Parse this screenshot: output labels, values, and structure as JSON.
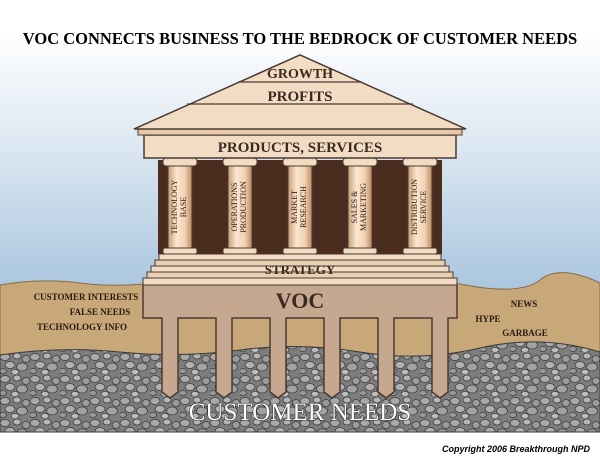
{
  "title": "VOC CONNECTS BUSINESS TO THE BEDROCK OF CUSTOMER NEEDS",
  "pediment": {
    "top": "GROWTH",
    "middle": "PROFITS"
  },
  "entablature": "PRODUCTS, SERVICES",
  "pillars": [
    {
      "line1": "TECHNOLOGY",
      "line2": "BASE"
    },
    {
      "line1": "OPERATIONS",
      "line2": "PRODUCTION"
    },
    {
      "line1": "MARKET",
      "line2": "RESEARCH"
    },
    {
      "line1": "SALES &",
      "line2": "MARKETING"
    },
    {
      "line1": "DISTRIBUTION",
      "line2": "SERVICE"
    }
  ],
  "strategy": "STRATEGY",
  "foundation": "VOC",
  "bedrock": "CUSTOMER NEEDS",
  "left_labels": [
    "CUSTOMER INTERESTS",
    "FALSE NEEDS",
    "TECHNOLOGY INFO"
  ],
  "right_labels": [
    "NEWS",
    "HYPE",
    "GARBAGE"
  ],
  "copyright": "Copyright 2006 Breakthrough NPD",
  "colors": {
    "sky": "#b7cfe3",
    "ground": "#c8a878",
    "rock": "#8a8a8a",
    "stone": "#f3dcc4",
    "stone_shade": "#d9b796",
    "foundation": "#c6a890",
    "interior": "#4a2d1f",
    "outline": "#4a3a30"
  }
}
